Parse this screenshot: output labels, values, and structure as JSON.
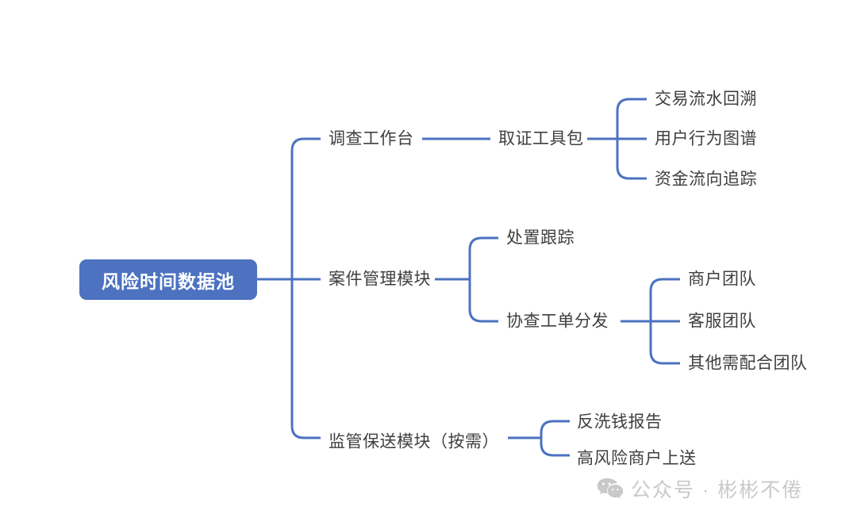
{
  "diagram": {
    "type": "mindmap",
    "title": "风险时间数据池",
    "root": {
      "label": "风险时间数据池",
      "fill_color": "#4c72c0",
      "text_color": "#ffffff"
    },
    "line_color": "#4c72c0",
    "text_color": "#3f3f42",
    "background_color": "#ffffff",
    "branches": [
      {
        "label": "调查工作台",
        "children": [
          {
            "label": "取证工具包",
            "children": [
              {
                "label": "交易流水回溯"
              },
              {
                "label": "用户行为图谱"
              },
              {
                "label": "资金流向追踪"
              }
            ]
          }
        ]
      },
      {
        "label": "案件管理模块",
        "children": [
          {
            "label": "处置跟踪"
          },
          {
            "label": "协查工单分发",
            "children": [
              {
                "label": "商户团队"
              },
              {
                "label": "客服团队"
              },
              {
                "label": "其他需配合团队"
              }
            ]
          }
        ]
      },
      {
        "label": "监管保送模块（按需）",
        "children": [
          {
            "label": "反洗钱报告"
          },
          {
            "label": "高风险商户上送"
          }
        ]
      }
    ]
  },
  "watermark": {
    "icon": "wechat-icon",
    "text": "公众号 · 彬彬不倦",
    "color": "#c9c9c9"
  }
}
